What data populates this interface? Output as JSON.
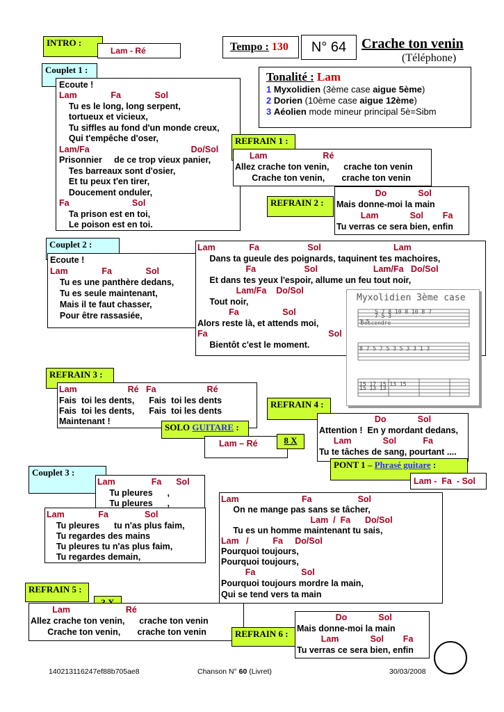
{
  "intro": {
    "label": "INTRO :",
    "chords": "Lam - Ré"
  },
  "tempo": {
    "label": "Tempo :",
    "value": "130"
  },
  "number": "N° 64",
  "song": {
    "title": "Crache ton venin",
    "artist": "(Téléphone)"
  },
  "tonalite": {
    "label": "Tonalité :",
    "key": "Lam",
    "modes": [
      {
        "n": "1",
        "name": "Myxolidien",
        "detail_a": " (3ème case ",
        "strong": "aigue 5ème",
        "detail_b": ")"
      },
      {
        "n": "2",
        "name": "Dorien",
        "detail_a": " (10ème case ",
        "strong": "aigue 12ème",
        "detail_b": ")"
      },
      {
        "n": "3",
        "name": "Aéolien",
        "detail_a": " mode mineur principal 5è=Sibm",
        "strong": "",
        "detail_b": ""
      }
    ]
  },
  "couplet1": {
    "label": "Couplet 1 :",
    "lines": [
      "Ecoute !",
      "Lam              Fa              Sol",
      "    Tu es le long, long serpent,",
      "    tortueux et vicieux,",
      "    Tu siffles au fond d'un monde creux,",
      "    Qui t'empêche d'oser,",
      "Lam/Fa                                          Do/Sol",
      "Prisonnier     de ce trop vieux panier,",
      "    Tes barreaux sont d'osier,",
      "    Et tu peux t'en tirer,",
      "    Doucement onduler,",
      "Fa                          Sol",
      "    Ta prison est en toi,",
      "    Le poison est en toi."
    ]
  },
  "refrain1": {
    "label": "REFRAIN 1 :",
    "lines": [
      "      Lam                       Ré",
      "Allez crache ton venin,      crache ton venin",
      "       Crache ton venin,       crache ton venin"
    ]
  },
  "refrain2": {
    "label": "REFRAIN 2 :",
    "lines": [
      "                Do             Sol",
      "Mais donne-moi la main",
      "          Lam             Sol        Fa",
      "Tu verras ce sera bien, enfin"
    ]
  },
  "couplet2": {
    "label": "Couplet 2 :",
    "lines": [
      "Ecoute !",
      "Lam              Fa              Sol",
      "    Tu es une panthère dedans,",
      "    Tu es seule maintenant,",
      "    Mais il te faut chasser,",
      "    Pour être rassasiée,"
    ]
  },
  "couplet2b": {
    "lines": [
      "Lam              Fa                    Sol                              Lam",
      "     Dans ta gueule des poignards, taquinent tes machoires,",
      "                    Fa                    Sol                       Lam/Fa   Do/Sol",
      "     Et dans tes yeux l'espoir, allume un feu tout noir,",
      "                Lam/Fa    Do/Sol",
      "     Tout noir,",
      "             Fa                  Sol",
      "Alors reste là, et attends moi,",
      "Fa                                                  Sol",
      "     Bientôt c'est le moment."
    ]
  },
  "tab": {
    "title": "Myxolidien 3ème case",
    "note": "Descendre"
  },
  "refrain3": {
    "label": "REFRAIN 3 :",
    "lines": [
      "Lam                     Ré   Fa                     Ré",
      "Fais  toi les dents,      Fais  toi les dents",
      "Fais  toi les dents,      Fais  toi les dents",
      "Maintenant !"
    ]
  },
  "solo": {
    "label_a": "SOLO ",
    "label_b": "GUITARE",
    "label_c": " :",
    "chords": "Lam – Ré",
    "times": "8 X"
  },
  "refrain4": {
    "label": "REFRAIN 4 :",
    "lines": [
      "                       Do             Sol",
      "Attention !  En y mordant dedans,",
      "      Lam             Sol           Fa",
      "Tu te tâches de sang, pourtant ...."
    ]
  },
  "pont": {
    "label_a": "PONT 1 – ",
    "label_b": "Phrasé guitare",
    "label_c": " :",
    "chords": "Lam -  Fa  - Sol"
  },
  "couplet3": {
    "label": "Couplet 3 :",
    "lines_a": [
      "Lam               Fa      Sol",
      "     Tu pleures      ,",
      "     Tu pleures      ,"
    ],
    "lines_b": [
      "Lam              Fa               Sol",
      "    Tu pleures      tu n'as plus faim,",
      "    Tu regardes des mains",
      "    Tu pleures tu n'as plus faim,",
      "    Tu regardes demain,"
    ]
  },
  "couplet3b": {
    "lines": [
      "Lam                          Fa                   Sol",
      "     On ne mange pas sans se tâcher,",
      "                                     Lam  /  Fa      Do/Sol",
      "     Tu es un homme maintenant tu sais,",
      "Lam   /          Fa     Do/Sol",
      "Pourquoi toujours,",
      "Pourquoi toujours,",
      "          Fa                   Sol",
      "Pourquoi toujours mordre la main,",
      "Qui se tend vers ta main"
    ]
  },
  "refrain5": {
    "label": "REFRAIN 5 :",
    "times": "3 X",
    "lines": [
      "         Lam                       Ré",
      "Allez crache ton venin,      crache ton venin",
      "       Crache ton venin,       crache ton venin"
    ]
  },
  "refrain6": {
    "label": "REFRAIN 6 :",
    "lines": [
      "                Do             Sol",
      "Mais donne-moi la main",
      "          Lam             Sol        Fa",
      "Tu verras ce sera bien, enfin"
    ]
  },
  "footer": {
    "id": "140213116247ef88b705ae8",
    "chanson_a": "Chanson N° ",
    "chanson_n": "60",
    "chanson_b": " (Livret)",
    "date": "30/03/2008"
  }
}
